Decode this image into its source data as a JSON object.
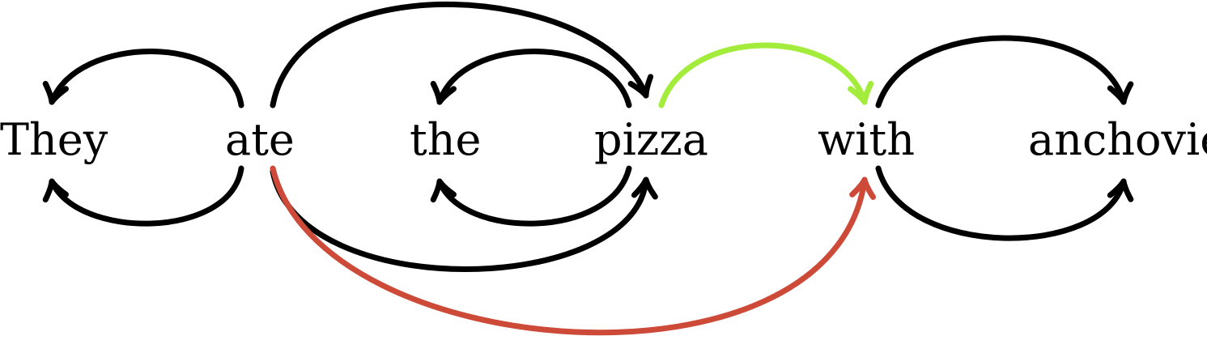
{
  "words": [
    {
      "id": "they",
      "text": "They"
    },
    {
      "id": "ate",
      "text": "ate"
    },
    {
      "id": "the",
      "text": "the"
    },
    {
      "id": "pizza",
      "text": "pizza"
    },
    {
      "id": "with",
      "text": "with"
    },
    {
      "id": "anchovies",
      "text": "anchovies"
    }
  ],
  "colors": {
    "default_arc": "#000000",
    "highlight_green": "#a4ec3c",
    "highlight_red": "#cc4a37"
  },
  "arcs_above": [
    {
      "id": "ate-they-above",
      "from": "ate",
      "to": "They",
      "color": "default_arc"
    },
    {
      "id": "ate-pizza-above",
      "from": "ate",
      "to": "pizza",
      "color": "default_arc"
    },
    {
      "id": "pizza-the-above",
      "from": "pizza",
      "to": "the",
      "color": "default_arc"
    },
    {
      "id": "pizza-with-above",
      "from": "pizza",
      "to": "with",
      "color": "highlight_green"
    },
    {
      "id": "with-anchovies-above",
      "from": "with",
      "to": "anchovies",
      "color": "default_arc"
    }
  ],
  "arcs_below": [
    {
      "id": "ate-they-below",
      "from": "ate",
      "to": "They",
      "color": "default_arc"
    },
    {
      "id": "ate-pizza-below",
      "from": "ate",
      "to": "pizza",
      "color": "default_arc"
    },
    {
      "id": "pizza-the-below",
      "from": "pizza",
      "to": "the",
      "color": "default_arc"
    },
    {
      "id": "ate-with-below",
      "from": "ate",
      "to": "with",
      "color": "highlight_red"
    },
    {
      "id": "with-anchovies-below",
      "from": "with",
      "to": "anchovies",
      "color": "default_arc"
    }
  ]
}
